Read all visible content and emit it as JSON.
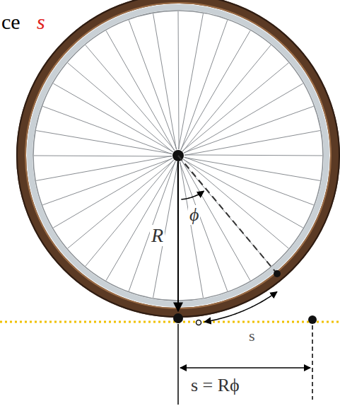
{
  "diagram": {
    "labels": [
      "ce",
      "s",
      "R",
      "ϕ",
      "s",
      "s = Rϕ"
    ]
  }
}
